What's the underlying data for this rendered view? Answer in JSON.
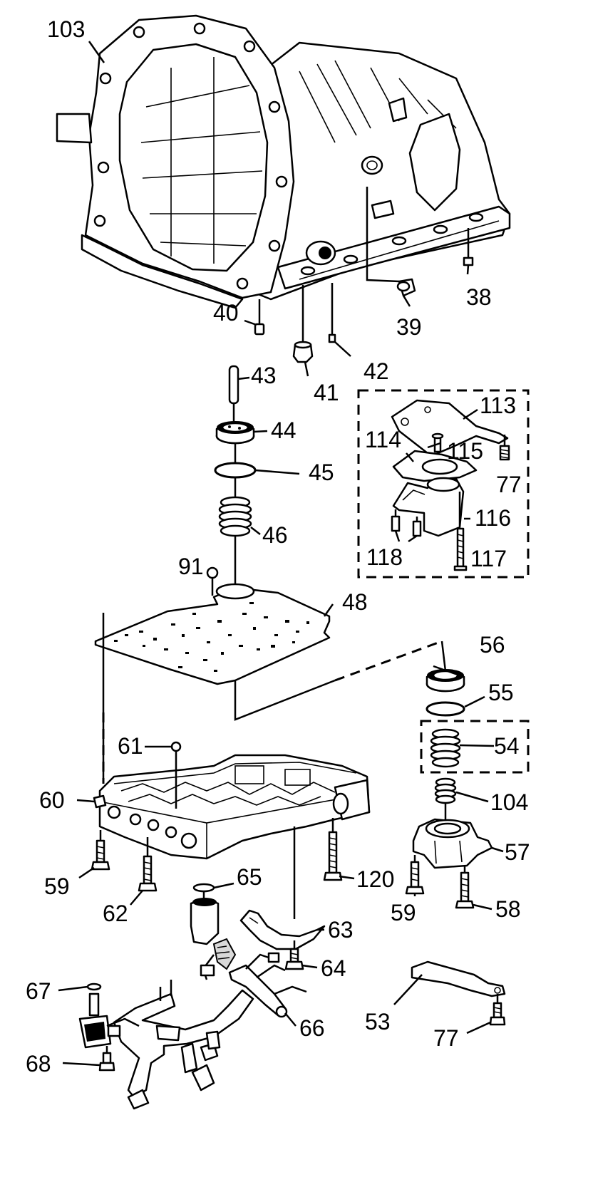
{
  "labels": {
    "p103": "103",
    "p38": "38",
    "p39": "39",
    "p40": "40",
    "p41": "41",
    "p42": "42",
    "p43": "43",
    "p44": "44",
    "p45": "45",
    "p46": "46",
    "p91": "91",
    "p48": "48",
    "p113": "113",
    "p114": "114",
    "p115": "115",
    "p77a": "77",
    "p116": "116",
    "p118": "118",
    "p117": "117",
    "p56": "56",
    "p55": "55",
    "p54": "54",
    "p104": "104",
    "p57": "57",
    "p58": "58",
    "p59b": "59",
    "p61": "61",
    "p60": "60",
    "p59a": "59",
    "p62": "62",
    "p65": "65",
    "p120": "120",
    "p63": "63",
    "p64": "64",
    "p67": "67",
    "p66": "66",
    "p68": "68",
    "p53": "53",
    "p77b": "77"
  }
}
